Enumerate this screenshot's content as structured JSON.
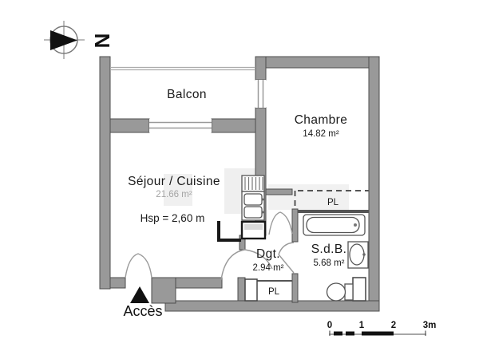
{
  "compass": {
    "label": "N"
  },
  "rooms": {
    "balcon": {
      "label": "Balcon"
    },
    "chambre": {
      "label": "Chambre",
      "area": "14.82 m²"
    },
    "sejour": {
      "label": "Séjour / Cuisine",
      "area": "21.66 m²",
      "height_note": "Hsp = 2,60 m"
    },
    "dgt": {
      "label": "Dgt.",
      "area": "2.94 m²"
    },
    "sdb": {
      "label": "S.d.B.",
      "area": "5.68 m²"
    }
  },
  "closets": {
    "pl_chambre": "PL",
    "pl_dgt": "PL"
  },
  "entrance": {
    "label": "Accès"
  },
  "scale_bar": {
    "ticks": [
      "0",
      "1",
      "2",
      "3m"
    ]
  },
  "colors": {
    "wall_fill": "#999999",
    "wall_stroke": "#4d4d4d",
    "door_line": "#9a9a9a",
    "text": "#1a1a1a",
    "muted_text": "#a3a3a3",
    "watermark": "#e3e3e3"
  }
}
